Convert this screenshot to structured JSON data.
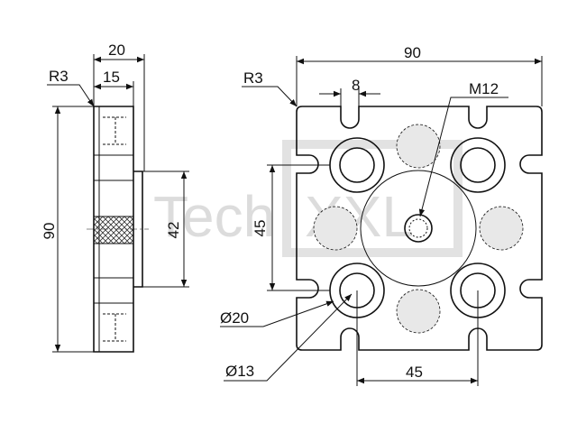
{
  "watermark": {
    "text_left": "Tech",
    "text_right": "XXL"
  },
  "side_view": {
    "dim_width": "20",
    "dim_depth": "15",
    "dim_height": "90",
    "dim_boss": "42",
    "radius": "R3"
  },
  "front_view": {
    "dim_width": "90",
    "dim_slot": "8",
    "thread": "M12",
    "radius": "R3",
    "dim_vertical_spacing": "45",
    "dim_horizontal_spacing": "45",
    "dim_counterbore": "Ø20",
    "dim_hole": "Ø13"
  },
  "colors": {
    "line": "#111111",
    "fill_hole": "#e8e8e8",
    "watermark": "#dcdcdc"
  }
}
